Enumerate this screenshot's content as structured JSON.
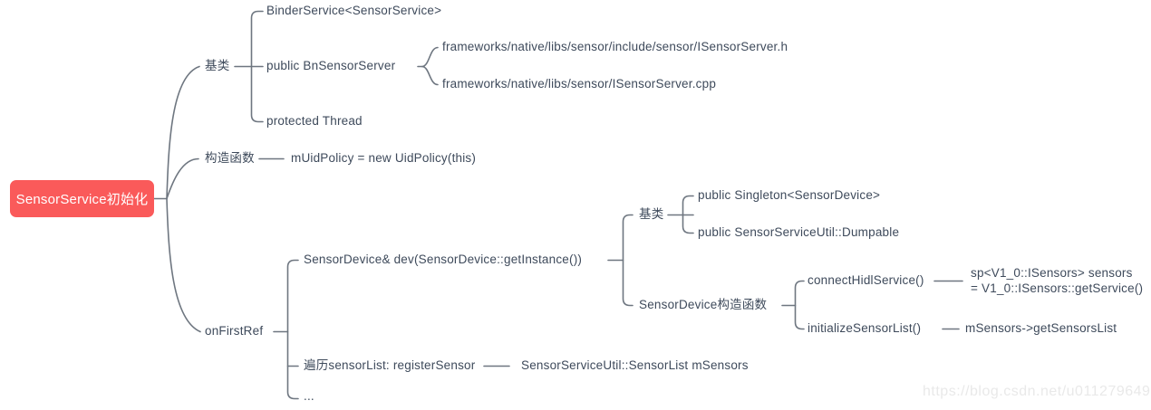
{
  "colors": {
    "root_bg": "#fa5a5a",
    "root_text": "#ffffff",
    "topic_text": "#3e4a5b",
    "line": "#6e7680",
    "watermark_text": "#e9e9e9"
  },
  "watermark": "https://blog.csdn.net/u011279649",
  "mindmap": {
    "root": "SensorService初始化",
    "branches": [
      {
        "label": "基类",
        "children": [
          {
            "label": "BinderService<SensorService>"
          },
          {
            "label": "public BnSensorServer",
            "children": [
              {
                "label": "frameworks/native/libs/sensor/include/sensor/ISensorServer.h"
              },
              {
                "label": "frameworks/native/libs/sensor/ISensorServer.cpp"
              }
            ]
          },
          {
            "label": "protected Thread"
          }
        ]
      },
      {
        "label": "构造函数",
        "children": [
          {
            "label": "mUidPolicy = new UidPolicy(this)"
          }
        ]
      },
      {
        "label": "onFirstRef",
        "children": [
          {
            "label": "SensorDevice& dev(SensorDevice::getInstance())",
            "children": [
              {
                "label": "基类",
                "children": [
                  {
                    "label": "public Singleton<SensorDevice>"
                  },
                  {
                    "label": "public SensorServiceUtil::Dumpable"
                  }
                ]
              },
              {
                "label": "SensorDevice构造函数",
                "children": [
                  {
                    "label": "connectHidlService()",
                    "children": [
                      {
                        "label": "sp<V1_0::ISensors> sensors\n= V1_0::ISensors::getService()"
                      }
                    ]
                  },
                  {
                    "label": "initializeSensorList()",
                    "children": [
                      {
                        "label": "mSensors->getSensorsList"
                      }
                    ]
                  }
                ]
              }
            ]
          },
          {
            "label": "遍历sensorList: registerSensor",
            "children": [
              {
                "label": "SensorServiceUtil::SensorList mSensors"
              }
            ]
          },
          {
            "label": "..."
          }
        ]
      }
    ]
  }
}
